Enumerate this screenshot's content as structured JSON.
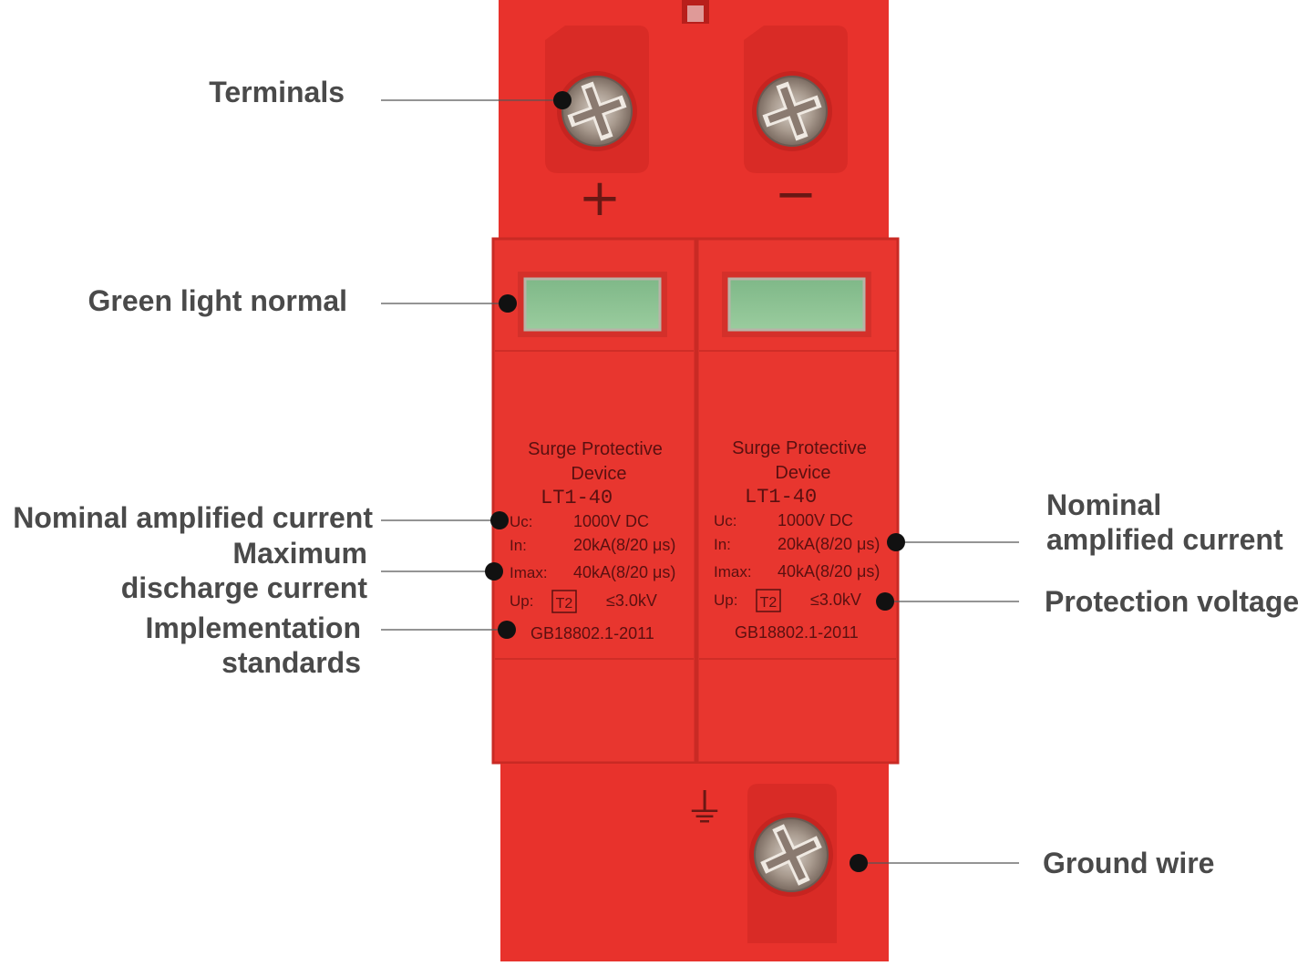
{
  "device": {
    "plus_symbol": "+",
    "minus_symbol": "−",
    "ground_symbol": "⏚",
    "modules": [
      {
        "title_line1": "Surge Protective",
        "title_line2": "Device",
        "model": "LT1-40",
        "uc_label": "Uc:",
        "uc_value": "1000V DC",
        "in_label": "In:",
        "in_value": "20kA(8/20 μs)",
        "imax_label": "Imax:",
        "imax_value": "40kA(8/20 μs)",
        "up_label": "Up:",
        "up_class": "T2",
        "up_value": "≤3.0kV",
        "standard": "GB18802.1-2011"
      },
      {
        "title_line1": "Surge Protective",
        "title_line2": "Device",
        "model": "LT1-40",
        "uc_label": "Uc:",
        "uc_value": "1000V DC",
        "in_label": "In:",
        "in_value": "20kA(8/20 μs)",
        "imax_label": "Imax:",
        "imax_value": "40kA(8/20 μs)",
        "up_label": "Up:",
        "up_class": "T2",
        "up_value": "≤3.0kV",
        "standard": "GB18802.1-2011"
      }
    ]
  },
  "callouts": {
    "terminals": "Terminals",
    "green_light": "Green light normal",
    "nominal_left": "Nominal amplified current",
    "maximum_line1": "Maximum",
    "maximum_line2": "discharge current",
    "implementation_line1": "Implementation",
    "implementation_line2": "standards",
    "nominal_right_line1": "Nominal",
    "nominal_right_line2": "amplified current",
    "protection_voltage": "Protection voltage",
    "ground_wire": "Ground wire"
  },
  "colors": {
    "housing": "#e8322c",
    "housing_light": "#f04a40",
    "housing_dark": "#c72420",
    "indicator": "#8fc694",
    "label_text": "#4a4a4a"
  }
}
